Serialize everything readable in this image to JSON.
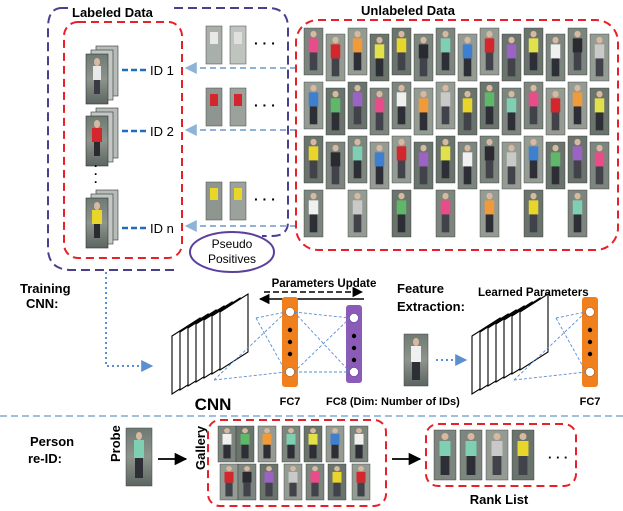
{
  "labels": {
    "labeled_data": "Labeled Data",
    "unlabeled_data": "Unlabeled Data",
    "id1": "ID 1",
    "id2": "ID 2",
    "idn": "ID n",
    "pseudo_line1": "Pseudo",
    "pseudo_line2": "Positives",
    "training_line1": "Training",
    "training_line2": "CNN:",
    "parameters_update": "Parameters Update",
    "feature_line1": "Feature",
    "feature_line2": "Extraction:",
    "learned_parameters": "Learned Parameters",
    "cnn": "CNN",
    "fc7": "FC7",
    "fc8": "FC8 (Dim: Number of IDs)",
    "fc7_right": "FC7",
    "person_line1": "Person",
    "person_line2": "re-ID:",
    "probe": "Probe",
    "gallery": "Gallery",
    "rank_list": "Rank List",
    "ellipsis": "· · ·"
  },
  "colors": {
    "red_dashed": "#e8202a",
    "purple_dashed": "#4a3f8c",
    "arrow_blue": "#8fb3d8",
    "fc7_orange": "#f07f1e",
    "fc8_purple": "#8a5cb8",
    "divider_blue": "#9ec0de",
    "id_dash_blue": "#1f6cc4"
  }
}
